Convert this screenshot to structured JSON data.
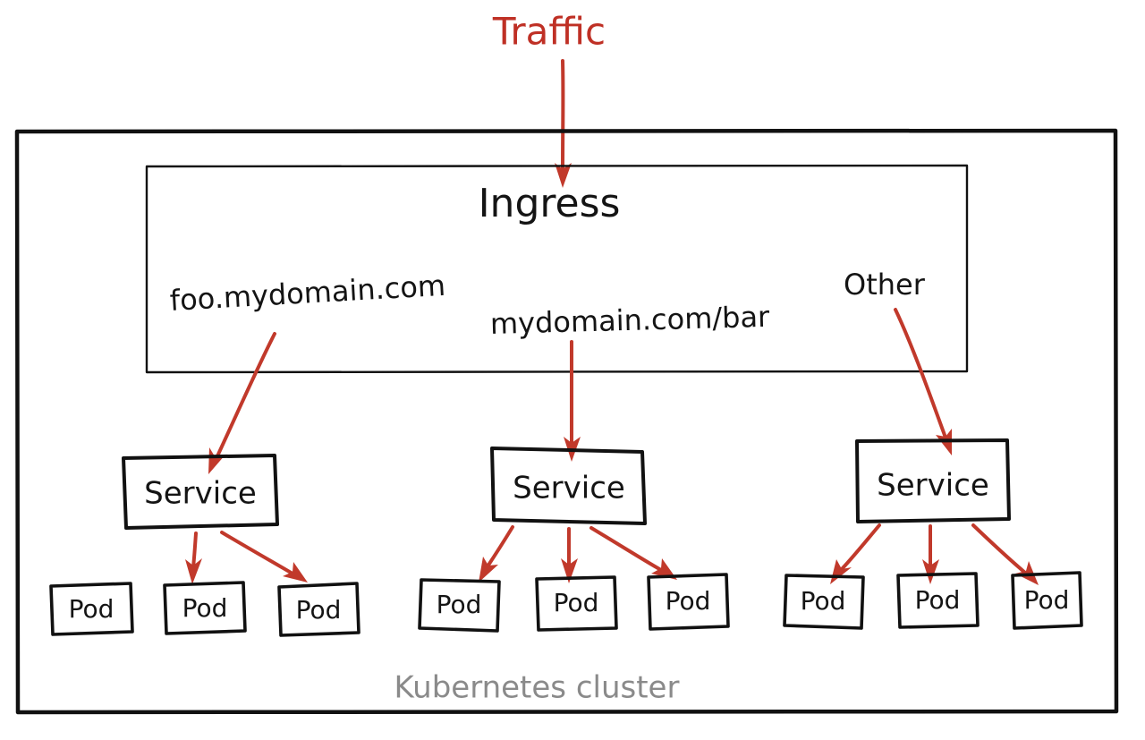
{
  "diagram": {
    "title_label": "Traffic",
    "cluster_label": "Kubernetes cluster",
    "ingress_label": "Ingress",
    "rules": [
      {
        "id": "rule-host",
        "label": "foo.mydomain.com"
      },
      {
        "id": "rule-path",
        "label": "mydomain.com/bar"
      },
      {
        "id": "rule-default",
        "label": "Other"
      }
    ],
    "services": [
      {
        "id": "service-left",
        "label": "Service"
      },
      {
        "id": "service-middle",
        "label": "Service"
      },
      {
        "id": "service-right",
        "label": "Service"
      }
    ],
    "pods": [
      {
        "id": "pod-left-1",
        "label": "Pod"
      },
      {
        "id": "pod-left-2",
        "label": "Pod"
      },
      {
        "id": "pod-left-3",
        "label": "Pod"
      },
      {
        "id": "pod-middle-1",
        "label": "Pod"
      },
      {
        "id": "pod-middle-2",
        "label": "Pod"
      },
      {
        "id": "pod-middle-3",
        "label": "Pod"
      },
      {
        "id": "pod-right-1",
        "label": "Pod"
      },
      {
        "id": "pod-right-2",
        "label": "Pod"
      },
      {
        "id": "pod-right-3",
        "label": "Pod"
      }
    ],
    "colors": {
      "ink": "#141414",
      "arrow": "#c1392b",
      "accent_text": "#bf3025",
      "cluster_label": "#8a8a8a",
      "background": "#ffffff"
    }
  }
}
